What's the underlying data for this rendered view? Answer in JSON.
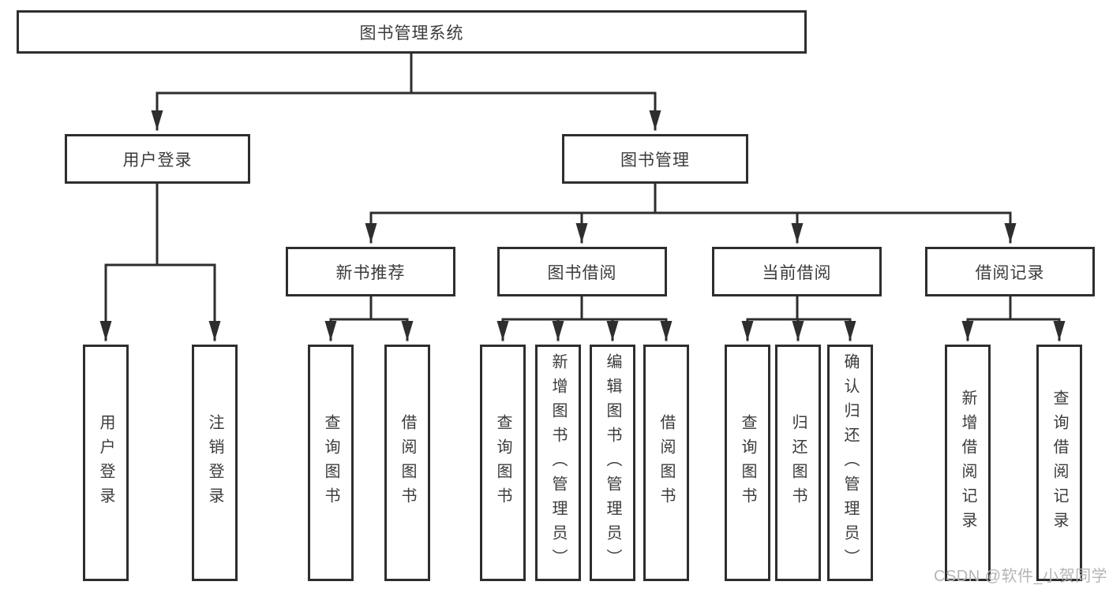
{
  "tree": {
    "root": {
      "label": "图书管理系统"
    },
    "branches": [
      {
        "label": "用户登录",
        "children": [
          {
            "label": "用户登录"
          },
          {
            "label": "注销登录"
          }
        ]
      },
      {
        "label": "图书管理",
        "children": [
          {
            "label": "新书推荐",
            "children": [
              {
                "label": "查询图书"
              },
              {
                "label": "借阅图书"
              }
            ]
          },
          {
            "label": "图书借阅",
            "children": [
              {
                "label": "查询图书"
              },
              {
                "label": "新增图书（管理员）"
              },
              {
                "label": "编辑图书（管理员）"
              },
              {
                "label": "借阅图书"
              }
            ]
          },
          {
            "label": "当前借阅",
            "children": [
              {
                "label": "查询图书"
              },
              {
                "label": "归还图书"
              },
              {
                "label": "确认归还（管理员）"
              }
            ]
          },
          {
            "label": "借阅记录",
            "children": [
              {
                "label": "新增借阅记录"
              },
              {
                "label": "查询借阅记录"
              }
            ]
          }
        ]
      }
    ]
  },
  "watermark": {
    "text": "CSDN @软件_小贺同学"
  },
  "colors": {
    "line": "#2e2e2e",
    "box_border": "#2e2e2e",
    "text": "#3b3b3b",
    "watermark": "#b5b5b5",
    "background": "#ffffff"
  }
}
